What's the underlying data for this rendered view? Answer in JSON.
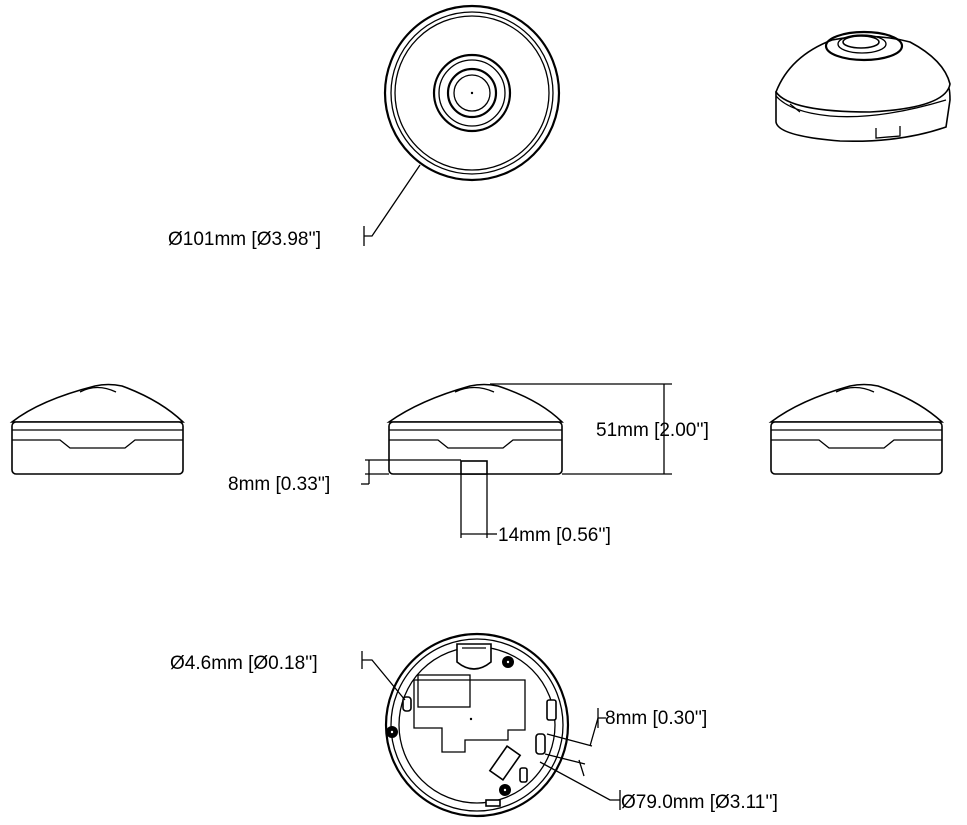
{
  "labels": {
    "diameter_outer": "Ø101mm [Ø3.98'']",
    "height_total": "51mm [2.00'']",
    "base_height": "8mm [0.33'']",
    "stem_width": "14mm [0.56'']",
    "hole_diameter": "Ø4.6mm [Ø0.18'']",
    "slot_width": "8mm [0.30'']",
    "mount_circle": "Ø79.0mm [Ø3.11'']"
  },
  "colors": {
    "line": "#000000",
    "background": "#ffffff"
  }
}
